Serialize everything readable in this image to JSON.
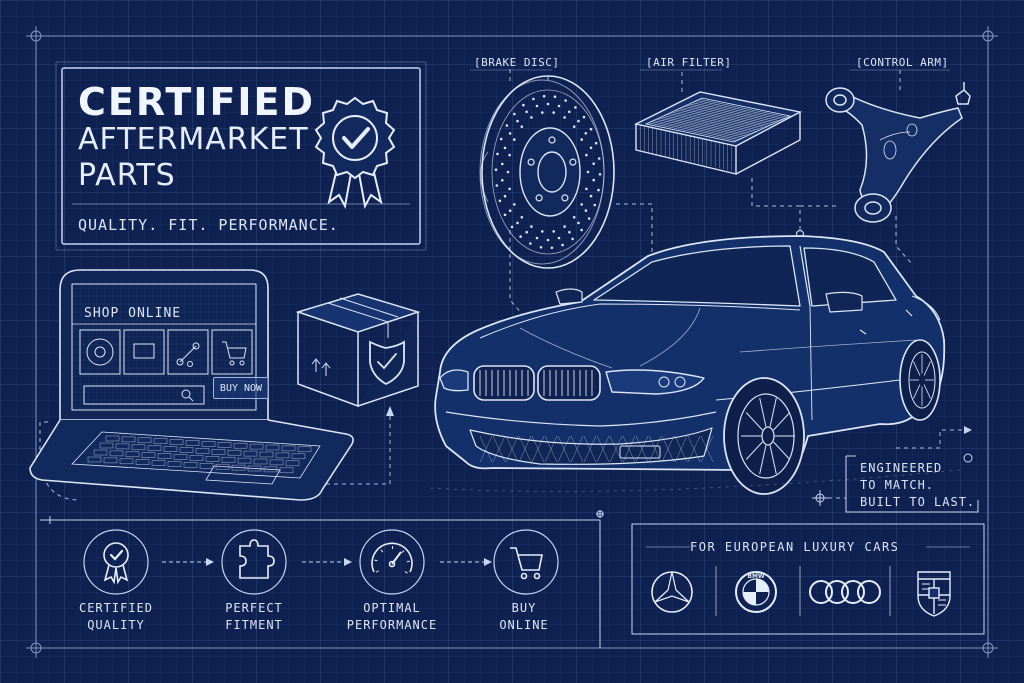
{
  "header": {
    "title": "CERTIFIED",
    "subtitle_line1": "AFTERMARKET",
    "subtitle_line2": "PARTS",
    "tagline": "QUALITY. FIT. PERFORMANCE."
  },
  "parts": {
    "brake_disc": "[BRAKE DISC]",
    "air_filter": "[AIR FILTER]",
    "control_arm": "[CONTROL ARM]"
  },
  "laptop": {
    "title": "SHOP ONLINE",
    "buy_now": "BUY NOW"
  },
  "engineered": {
    "line1": "ENGINEERED",
    "line2": "TO MATCH.",
    "line3": "BUILT TO LAST."
  },
  "steps": [
    {
      "line1": "CERTIFIED",
      "line2": "QUALITY",
      "icon": "certified-badge-icon"
    },
    {
      "line1": "PERFECT",
      "line2": "FITMENT",
      "icon": "puzzle-piece-icon"
    },
    {
      "line1": "OPTIMAL",
      "line2": "PERFORMANCE",
      "icon": "speedometer-icon"
    },
    {
      "line1": "BUY",
      "line2": "ONLINE",
      "icon": "shopping-cart-icon"
    }
  ],
  "brands": {
    "title": "FOR EUROPEAN LUXURY CARS",
    "logos": [
      "mercedes-logo",
      "bmw-logo",
      "audi-logo",
      "porsche-logo"
    ]
  },
  "colors": {
    "background": "#0e2150",
    "line": "#c7d6f2",
    "accent": "#5fa8ff"
  }
}
